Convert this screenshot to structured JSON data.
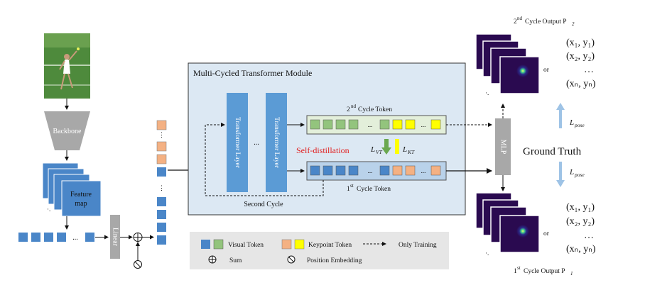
{
  "module": {
    "title": "Multi-Cycled Transformer Module",
    "transformer_layer_label": "Transformer Layer",
    "ellipsis": "...",
    "second_cycle_label": "Second Cycle",
    "self_distillation_label": "Self-distillation",
    "token2_label_sup": "nd",
    "token2_label": "Cycle Token",
    "token1_label_sup": "st",
    "token1_label": "Cycle Token",
    "loss_vt": "L",
    "loss_vt_sub": "VT",
    "loss_kt": "L",
    "loss_kt_sub": "KT"
  },
  "left": {
    "backbone_label": "Backbone",
    "feature_map_label_1": "Feature",
    "feature_map_label_2": "map",
    "linear_label": "Linear",
    "ellipsis": "..."
  },
  "right": {
    "mlp_label": "MLP",
    "ground_truth": "Ground Truth",
    "loss_pose": "L",
    "loss_pose_sub": "pose",
    "or_label": "or",
    "output2_label_num": "2",
    "output2_label_sup": "nd",
    "output2_label": "Cycle Output P",
    "output2_label_sub": "2",
    "output1_label_num": "1",
    "output1_label_sup": "st",
    "output1_label": "Cycle Output P",
    "output1_label_sub": "1",
    "coords_top": [
      "(x₁, y₁)",
      "(x₂, y₂)",
      "…",
      "(xₙ, yₙ)"
    ],
    "coords_bottom": [
      "(x₁, y₁)",
      "(x₂, y₂)",
      "…",
      "(xₙ, yₙ)"
    ]
  },
  "legend": {
    "visual_token": "Visual Token",
    "keypoint_token": "Keypoint Token",
    "only_training": "Only Training",
    "sum": "Sum",
    "position_embedding": "Position Embedding"
  },
  "colors": {
    "visual_blue": "#4a86c8",
    "visual_green": "#93c47d",
    "keypoint_orange": "#f4b183",
    "keypoint_yellow": "#ffff00",
    "module_bg": "#dce8f3",
    "transformer_blue": "#5b9bd5",
    "self_distillation_red": "#e02020",
    "legend_bg": "#e6e6e6"
  }
}
